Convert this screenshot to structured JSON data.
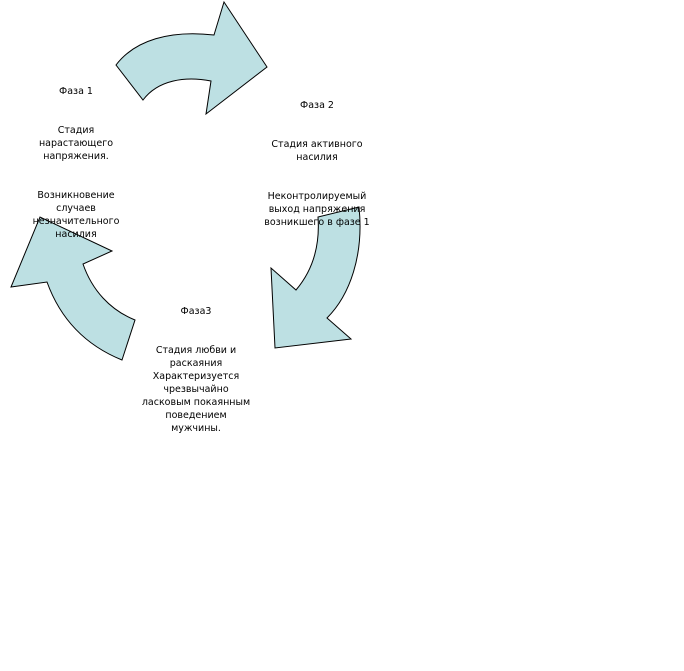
{
  "colors": {
    "arrow_fill": "#bde0e3",
    "arrow_stroke": "#000000",
    "text": "#000000",
    "background": "#ffffff"
  },
  "phases": [
    {
      "title": "Фаза 1",
      "lines_a": "Стадия\nнарастающего\nнапряжения.",
      "lines_b": "Возникновение\nслучаев\nнезначительного\nнасилия"
    },
    {
      "title": "Фаза 2",
      "lines_a": "Стадия активного\nнасилия",
      "lines_b": "Неконтролируемый\nвыход напряжения\nвозникшего в фазе 1"
    },
    {
      "title": "Фаза3",
      "lines_a": "Стадия любви и\nраскаяния\nХарактеризуется\nчрезвычайно\nласковым покаянным\nповедением\nмужчины.",
      "lines_b": ""
    }
  ],
  "arrows": [
    {
      "name": "arrow-phase1-to-phase2"
    },
    {
      "name": "arrow-phase2-to-phase3"
    },
    {
      "name": "arrow-phase3-to-phase1"
    }
  ]
}
